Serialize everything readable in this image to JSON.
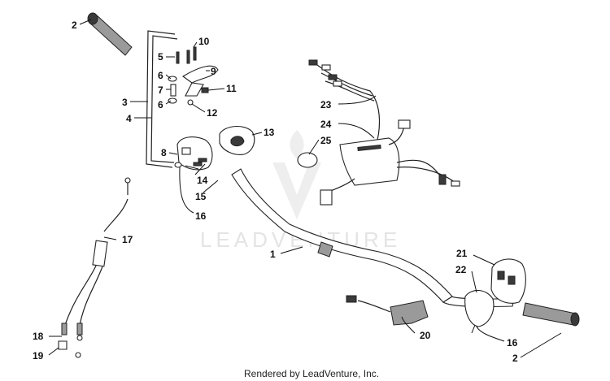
{
  "watermark": "LEADVENTURE",
  "footer": "Rendered by LeadVenture, Inc.",
  "callouts": [
    "1",
    "2",
    "2",
    "3",
    "4",
    "5",
    "6",
    "6",
    "7",
    "8",
    "9",
    "10",
    "11",
    "12",
    "13",
    "14",
    "15",
    "16",
    "16",
    "17",
    "18",
    "19",
    "20",
    "21",
    "22",
    "23",
    "24",
    "25"
  ]
}
